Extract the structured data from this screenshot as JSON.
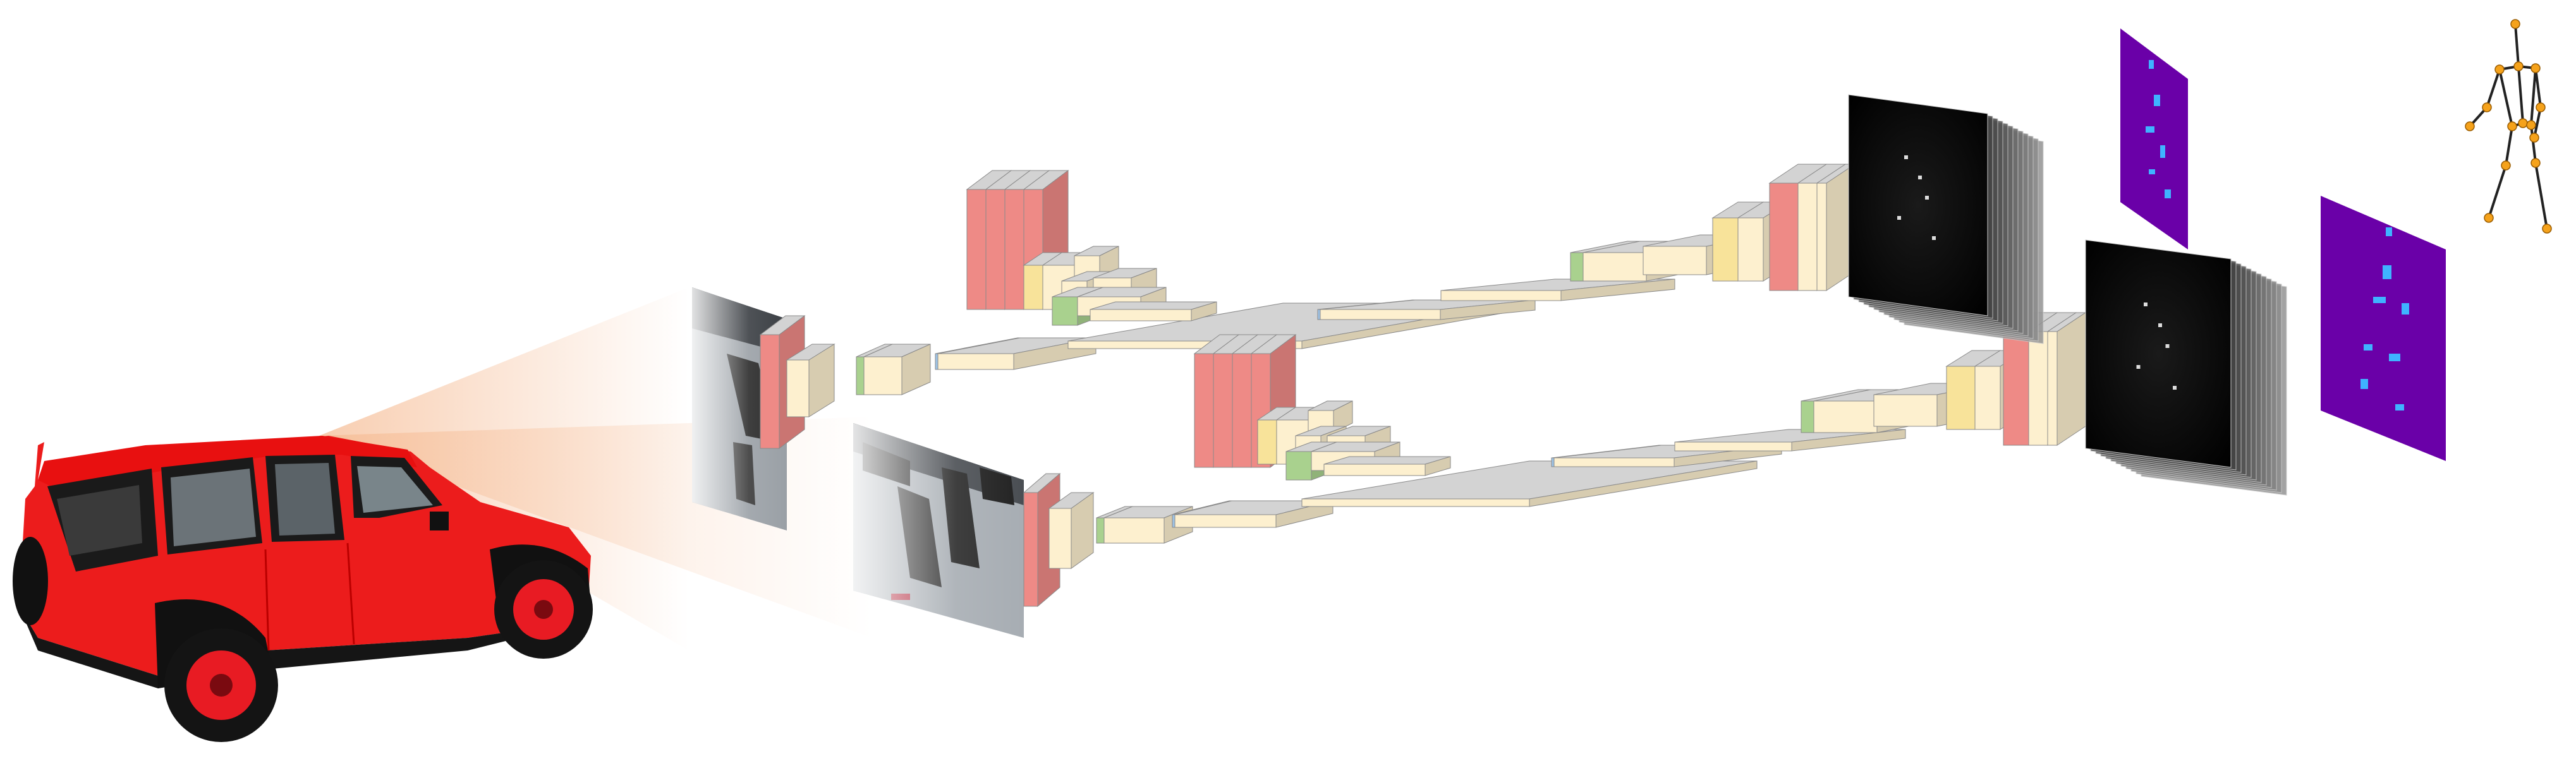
{
  "figure": {
    "kind": "two-stream network architecture diagram",
    "input_vehicle": {
      "name": "red-jeep",
      "color": "#ec1c1c"
    },
    "camera_frames": [
      {
        "name": "camera-frame-top",
        "scene": "street-pedestrians"
      },
      {
        "name": "camera-frame-bottom",
        "scene": "street-pedestrians"
      }
    ],
    "colors": {
      "conv_block": "#fdf0cf",
      "conv_block_top": "#d3d3d3",
      "pool_block": "#ee8a86",
      "bn_block": "#f8e39a",
      "act_block": "#a9d18e",
      "link_block": "#9dc3e6",
      "heatmap_bg": "#6a00a8",
      "heatmap_spot": "#3fb3ff",
      "skeleton_joint": "#f5a21b",
      "skeleton_bone": "#222222",
      "cone": "#f4b183"
    },
    "streams": [
      {
        "name": "top-stream",
        "outputs": [
          "feature-stack-top",
          "heatmap-top",
          "skeleton-pose"
        ]
      },
      {
        "name": "bottom-stream",
        "outputs": [
          "feature-stack-bottom",
          "heatmap-bottom"
        ]
      }
    ]
  }
}
